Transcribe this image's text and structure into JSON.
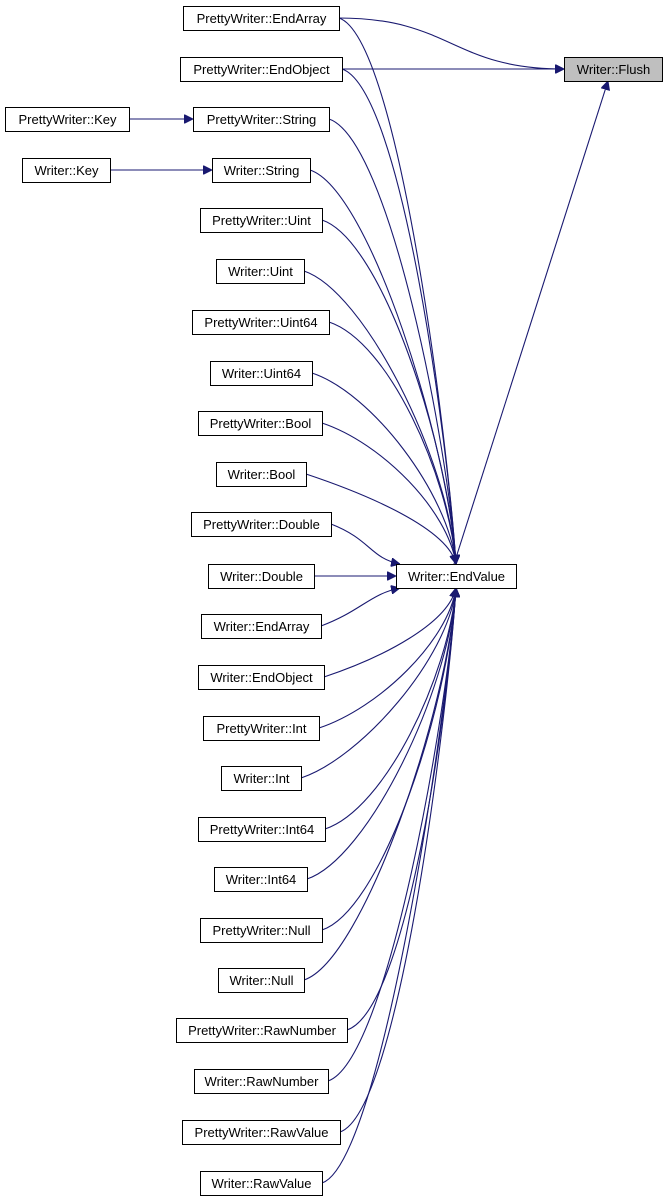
{
  "graph": {
    "root": {
      "id": "flush",
      "label": "Writer::Flush"
    },
    "hub": {
      "id": "endvalue",
      "label": "Writer::EndValue"
    },
    "nodes": [
      {
        "id": "pw_endarray",
        "label": "PrettyWriter::EndArray"
      },
      {
        "id": "pw_endobject",
        "label": "PrettyWriter::EndObject"
      },
      {
        "id": "pw_key",
        "label": "PrettyWriter::Key"
      },
      {
        "id": "pw_string",
        "label": "PrettyWriter::String"
      },
      {
        "id": "w_key",
        "label": "Writer::Key"
      },
      {
        "id": "w_string",
        "label": "Writer::String"
      },
      {
        "id": "pw_uint",
        "label": "PrettyWriter::Uint"
      },
      {
        "id": "w_uint",
        "label": "Writer::Uint"
      },
      {
        "id": "pw_uint64",
        "label": "PrettyWriter::Uint64"
      },
      {
        "id": "w_uint64",
        "label": "Writer::Uint64"
      },
      {
        "id": "pw_bool",
        "label": "PrettyWriter::Bool"
      },
      {
        "id": "w_bool",
        "label": "Writer::Bool"
      },
      {
        "id": "pw_double",
        "label": "PrettyWriter::Double"
      },
      {
        "id": "w_double",
        "label": "Writer::Double"
      },
      {
        "id": "w_endarray",
        "label": "Writer::EndArray"
      },
      {
        "id": "w_endobject",
        "label": "Writer::EndObject"
      },
      {
        "id": "pw_int",
        "label": "PrettyWriter::Int"
      },
      {
        "id": "w_int",
        "label": "Writer::Int"
      },
      {
        "id": "pw_int64",
        "label": "PrettyWriter::Int64"
      },
      {
        "id": "w_int64",
        "label": "Writer::Int64"
      },
      {
        "id": "pw_null",
        "label": "PrettyWriter::Null"
      },
      {
        "id": "w_null",
        "label": "Writer::Null"
      },
      {
        "id": "pw_rawnumber",
        "label": "PrettyWriter::RawNumber"
      },
      {
        "id": "w_rawnumber",
        "label": "Writer::RawNumber"
      },
      {
        "id": "pw_rawvalue",
        "label": "PrettyWriter::RawValue"
      },
      {
        "id": "w_rawvalue",
        "label": "Writer::RawValue"
      }
    ],
    "edges": [
      {
        "from": "pw_endarray",
        "to": "flush"
      },
      {
        "from": "pw_endobject",
        "to": "flush"
      },
      {
        "from": "endvalue",
        "to": "flush"
      },
      {
        "from": "pw_key",
        "to": "pw_string"
      },
      {
        "from": "w_key",
        "to": "w_string"
      },
      {
        "from": "pw_endarray",
        "to": "endvalue"
      },
      {
        "from": "pw_endobject",
        "to": "endvalue"
      },
      {
        "from": "pw_string",
        "to": "endvalue"
      },
      {
        "from": "w_string",
        "to": "endvalue"
      },
      {
        "from": "pw_uint",
        "to": "endvalue"
      },
      {
        "from": "w_uint",
        "to": "endvalue"
      },
      {
        "from": "pw_uint64",
        "to": "endvalue"
      },
      {
        "from": "w_uint64",
        "to": "endvalue"
      },
      {
        "from": "pw_bool",
        "to": "endvalue"
      },
      {
        "from": "w_bool",
        "to": "endvalue"
      },
      {
        "from": "pw_double",
        "to": "endvalue"
      },
      {
        "from": "w_double",
        "to": "endvalue"
      },
      {
        "from": "w_endarray",
        "to": "endvalue"
      },
      {
        "from": "w_endobject",
        "to": "endvalue"
      },
      {
        "from": "pw_int",
        "to": "endvalue"
      },
      {
        "from": "w_int",
        "to": "endvalue"
      },
      {
        "from": "pw_int64",
        "to": "endvalue"
      },
      {
        "from": "w_int64",
        "to": "endvalue"
      },
      {
        "from": "pw_null",
        "to": "endvalue"
      },
      {
        "from": "w_null",
        "to": "endvalue"
      },
      {
        "from": "pw_rawnumber",
        "to": "endvalue"
      },
      {
        "from": "w_rawnumber",
        "to": "endvalue"
      },
      {
        "from": "pw_rawvalue",
        "to": "endvalue"
      },
      {
        "from": "w_rawvalue",
        "to": "endvalue"
      }
    ]
  },
  "colors": {
    "edge": "#191970",
    "root_fill": "#bfbfbf",
    "node_fill": "#ffffff",
    "node_border": "#000000"
  }
}
